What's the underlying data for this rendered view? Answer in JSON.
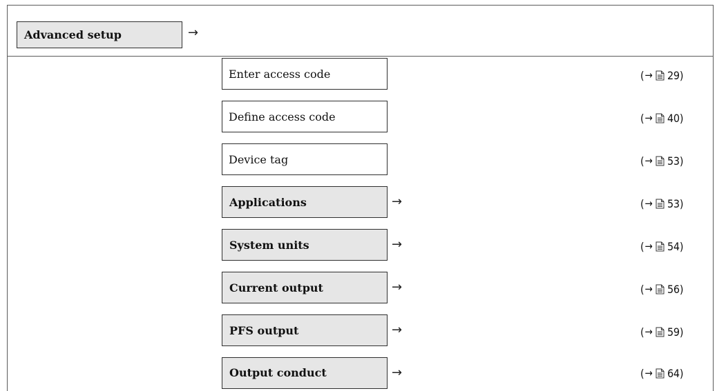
{
  "menu": {
    "label": "Advanced setup",
    "arrow": "→"
  },
  "items": [
    {
      "label": "Enter access code",
      "type": "parameter",
      "arrow": "",
      "ref_open": "(",
      "ref_arrow": "→",
      "ref_page": "29",
      "ref_close": ")",
      "icon": "page-reference-icon"
    },
    {
      "label": "Define access code",
      "type": "parameter",
      "arrow": "",
      "ref_open": "(",
      "ref_arrow": "→",
      "ref_page": "40",
      "ref_close": ")",
      "icon": "page-reference-icon"
    },
    {
      "label": "Device tag",
      "type": "parameter",
      "arrow": "",
      "ref_open": "(",
      "ref_arrow": "→",
      "ref_page": "53",
      "ref_close": ")",
      "icon": "page-reference-icon"
    },
    {
      "label": "Applications",
      "type": "submenu",
      "arrow": "→",
      "ref_open": "(",
      "ref_arrow": "→",
      "ref_page": "53",
      "ref_close": ")",
      "icon": "page-reference-icon"
    },
    {
      "label": "System units",
      "type": "submenu",
      "arrow": "→",
      "ref_open": "(",
      "ref_arrow": "→",
      "ref_page": "54",
      "ref_close": ")",
      "icon": "page-reference-icon"
    },
    {
      "label": "Current output",
      "type": "submenu",
      "arrow": "→",
      "ref_open": "(",
      "ref_arrow": "→",
      "ref_page": "56",
      "ref_close": ")",
      "icon": "page-reference-icon"
    },
    {
      "label": "PFS output",
      "type": "submenu",
      "arrow": "→",
      "ref_open": "(",
      "ref_arrow": "→",
      "ref_page": "59",
      "ref_close": ")",
      "icon": "page-reference-icon"
    },
    {
      "label": "Output conduct",
      "type": "submenu",
      "arrow": "→",
      "ref_open": "(",
      "ref_arrow": "→",
      "ref_page": "64",
      "ref_close": ")",
      "icon": "page-reference-icon"
    }
  ]
}
